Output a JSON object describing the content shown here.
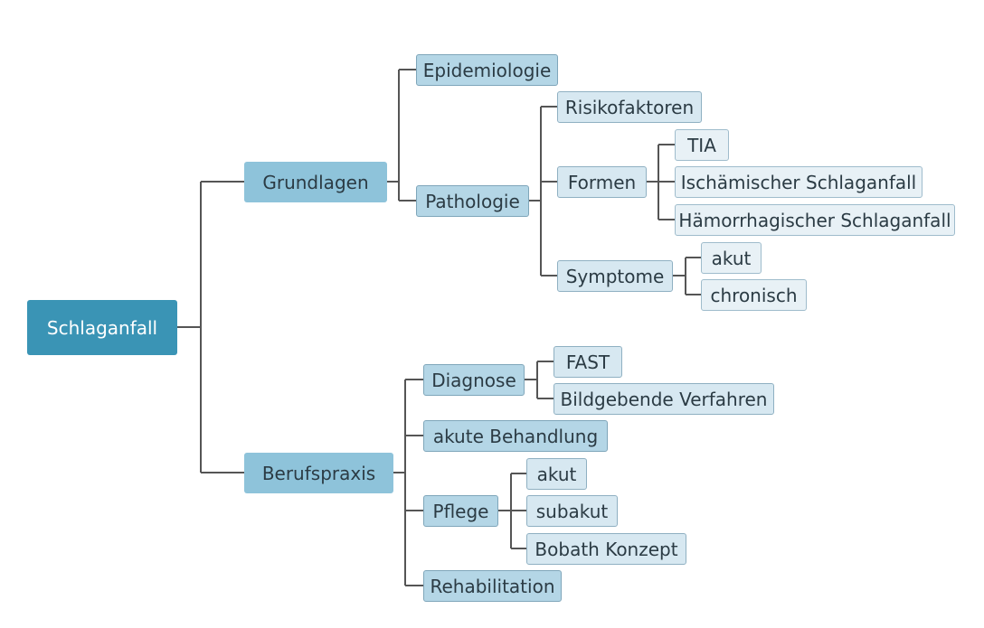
{
  "root": "Schlaganfall",
  "grundlagen": {
    "label": "Grundlagen",
    "epidemiologie": "Epidemiologie",
    "pathologie": {
      "label": "Pathologie",
      "risikofaktoren": "Risikofaktoren",
      "formen": {
        "label": "Formen",
        "tia": "TIA",
        "ischaemisch": "Ischämischer Schlaganfall",
        "haemorrhagisch": "Hämorrhagischer Schlaganfall"
      },
      "symptome": {
        "label": "Symptome",
        "akut": "akut",
        "chronisch": "chronisch"
      }
    }
  },
  "berufspraxis": {
    "label": "Berufspraxis",
    "diagnose": {
      "label": "Diagnose",
      "fast": "FAST",
      "bildgebende": "Bildgebende Verfahren"
    },
    "akute_behandlung": "akute Behandlung",
    "pflege": {
      "label": "Pflege",
      "akut": "akut",
      "subakut": "subakut",
      "bobath": "Bobath Konzept"
    },
    "rehabilitation": "Rehabilitation"
  },
  "colors": {
    "root": "#3a94b5",
    "level1": "#8ec3da",
    "level2": "#b4d6e6",
    "connector": "#555555"
  }
}
